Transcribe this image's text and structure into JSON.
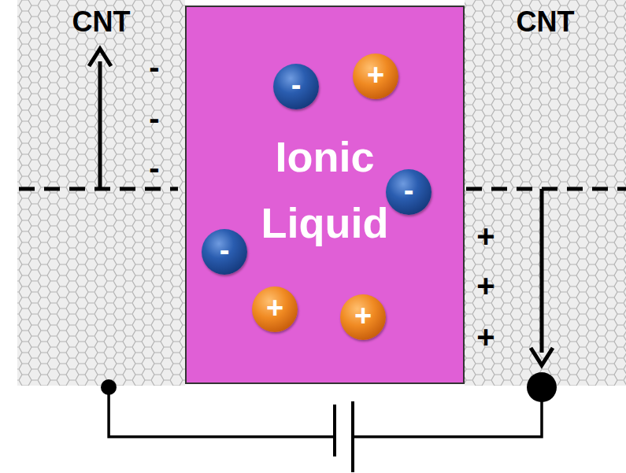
{
  "diagram": {
    "nodes": [
      {
        "text": [
          "CNT"
        ]
      },
      {
        "text": [
          "Ionic Liquid"
        ]
      },
      {
        "text": [
          "CNT"
        ]
      },
      {
        "text": [
          "-"
        ],
        "in": 1
      },
      {
        "text": [
          "+"
        ],
        "in": 1
      },
      {
        "text": [
          "-"
        ],
        "in": 1
      },
      {
        "text": [
          "-"
        ],
        "in": 1
      },
      {
        "text": [
          "+"
        ],
        "in": 1
      },
      {
        "text": [
          "+"
        ],
        "in": 1
      }
    ],
    "edges": [
      {
        "from": 0,
        "to": 2,
        "arrow": "none"
      }
    ],
    "labels": [
      "-",
      "-",
      "-",
      "+",
      "+",
      "+"
    ]
  }
}
